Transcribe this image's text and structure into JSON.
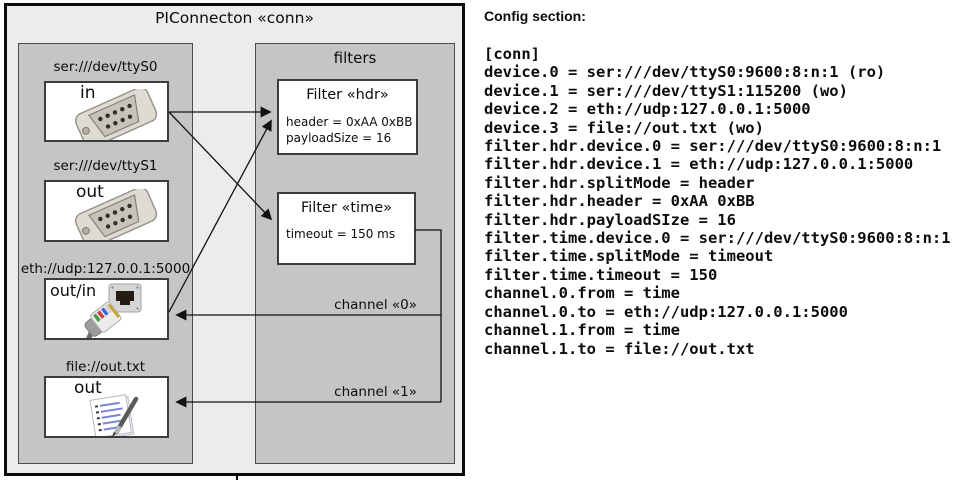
{
  "diagram": {
    "title": "PIConnecton «conn»",
    "filters_title": "filters",
    "devices": [
      {
        "label": "ser:///dev/ttyS0",
        "direction": "in",
        "icon": "serial-db9-connector-icon"
      },
      {
        "label": "ser:///dev/ttyS1",
        "direction": "out",
        "icon": "serial-db9-connector-icon"
      },
      {
        "label": "eth://udp:127.0.0.1:5000",
        "direction": "out/in",
        "icon": "ethernet-port-and-rj45-plug-icon"
      },
      {
        "label": "file://out.txt",
        "direction": "out",
        "icon": "notepad-pen-icon"
      }
    ],
    "filters": [
      {
        "title": "Filter «hdr»",
        "lines": [
          "header = 0xAA 0xBB",
          "payloadSize = 16"
        ]
      },
      {
        "title": "Filter «time»",
        "lines": [
          "timeout = 150 ms"
        ]
      }
    ],
    "channels": [
      {
        "label": "channel «0»"
      },
      {
        "label": "channel «1»"
      }
    ]
  },
  "config": {
    "heading": "Config section:",
    "lines": [
      "[conn]",
      "device.0 = ser:///dev/ttyS0:9600:8:n:1 (ro)",
      "device.1 = ser:///dev/ttyS1:115200 (wo)",
      "device.2 = eth://udp:127.0.0.1:5000",
      "device.3 = file://out.txt (wo)",
      "filter.hdr.device.0 = ser:///dev/ttyS0:9600:8:n:1",
      "filter.hdr.device.1 = eth://udp:127.0.0.1:5000",
      "filter.hdr.splitMode = header",
      "filter.hdr.header = 0xAA 0xBB",
      "filter.hdr.payloadSIze = 16",
      "filter.time.device.0 = ser:///dev/ttyS0:9600:8:n:1",
      "filter.time.splitMode = timeout",
      "filter.time.timeout = 150",
      "channel.0.from = time",
      "channel.0.to = eth://udp:127.0.0.1:5000",
      "channel.1.from = time",
      "channel.1.to = file://out.txt"
    ]
  },
  "colors": {
    "outer_fill": "#ececec",
    "container_fill": "#c5c5c5",
    "box_fill": "#ffffff",
    "line": "#111111",
    "text": "#0c0c0c"
  }
}
